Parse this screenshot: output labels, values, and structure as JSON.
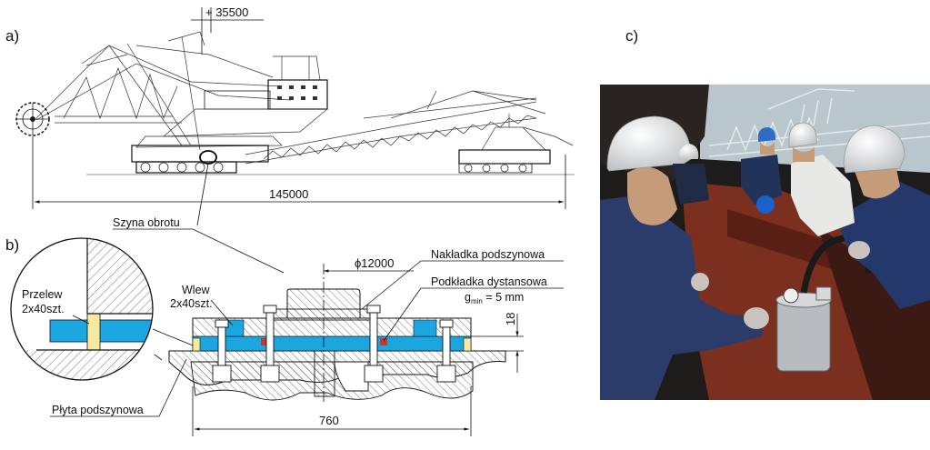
{
  "panels": {
    "a": "a)",
    "b": "b)",
    "c": "c)"
  },
  "dimensions": {
    "height": "+ 35500",
    "length": "145000",
    "diameter": "ϕ12000",
    "thickness": "18",
    "width": "760"
  },
  "labels": {
    "slew_rail": "Szyna obrotu",
    "rail_cap": "Nakładka podszynowa",
    "spacer_pad": "Podkładka dystansowa",
    "gmin_prefix": "g",
    "gmin_sub": "min",
    "gmin_suffix": " = 5 mm",
    "inlet_1": "Wlew",
    "inlet_2": "2x40szt.",
    "overflow_1": "Przelew",
    "overflow_2": "2x40szt.",
    "base_plate": "Płyta podszynowa"
  },
  "colors": {
    "resin": "#1ba6e0",
    "seal": "#f6e9a0",
    "gasket": "#c0392b",
    "hatch": "#555555",
    "photo_dark": "#1e1c1a",
    "photo_sky": "#b9c6cc",
    "photo_deck": "#7a2f1f"
  }
}
